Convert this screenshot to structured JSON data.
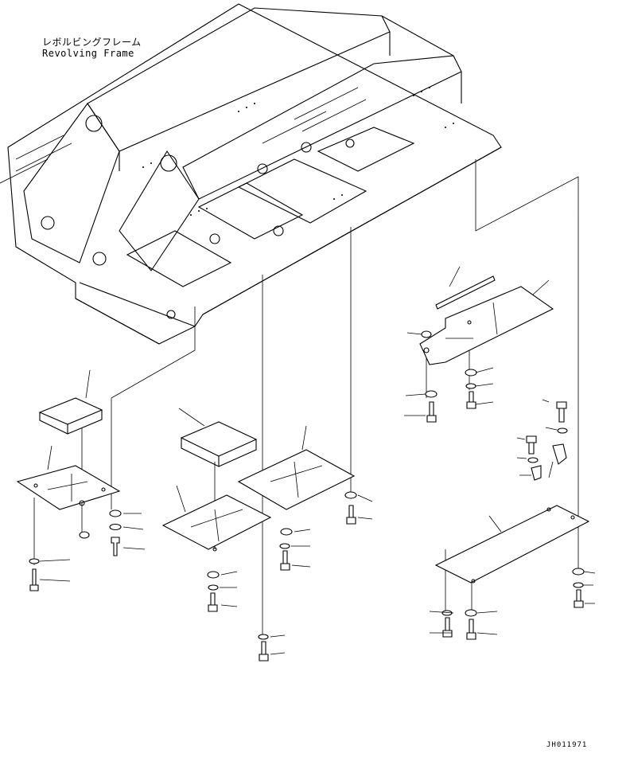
{
  "diagram": {
    "title_japanese": "レボルビングフレーム",
    "title_english": "Revolving Frame",
    "drawing_code": "JH011971"
  },
  "colors": {
    "line": "#000000",
    "background": "#ffffff"
  }
}
